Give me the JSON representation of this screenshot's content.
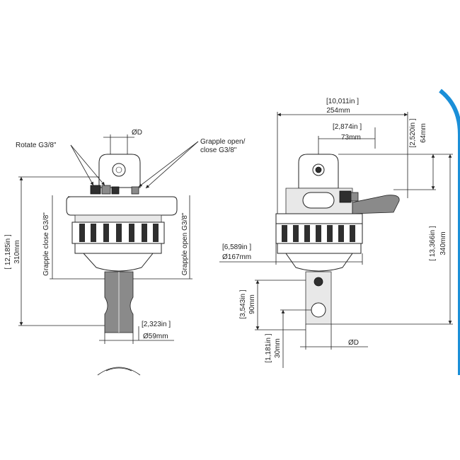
{
  "left_view": {
    "label_rotate": "Rotate G3/8\"",
    "label_grapple_open_close_1": "Grapple open/",
    "label_grapple_open_close_2": "close G3/8\"",
    "label_diameter_d": "ØD",
    "label_grapple_close": "Grapple close G3/8\"",
    "label_grapple_open": "Grapple open G3/8\"",
    "height_in": "[ 12,185in ]",
    "height_mm": "310mm",
    "shaft_dia_in": "[2,323in ]",
    "shaft_dia_mm": "Ø59mm"
  },
  "right_view": {
    "width_in": "[10,011in ]",
    "width_mm": "254mm",
    "top_offset_in": "[2,874in ]",
    "top_offset_mm": "73mm",
    "top_height_in": "[2,520in ]",
    "top_height_mm": "64mm",
    "flange_dia_in": "[6,589in ]",
    "flange_dia_mm": "Ø167mm",
    "total_height_in": "[ 13,366in ]",
    "total_height_mm": "340mm",
    "shaft_len_in": "[3,543in ]",
    "shaft_len_mm": "90mm",
    "bore_offset_in": "[1,181in ]",
    "bore_offset_mm": "30mm",
    "label_diameter_d": "ØD"
  },
  "colors": {
    "accent_arc": "#1a8fd8",
    "line": "#222222",
    "dark_fill": "#2f2f2f"
  }
}
